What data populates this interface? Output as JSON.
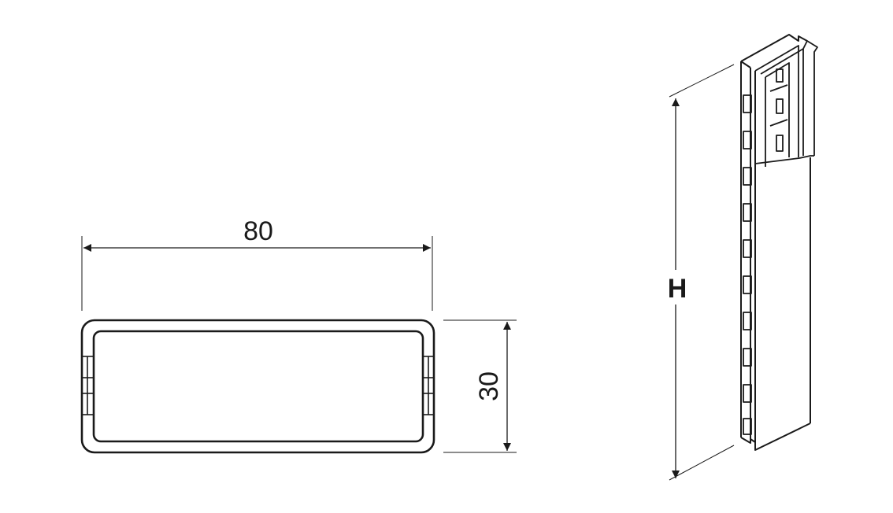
{
  "labels": {
    "width": "80",
    "depth": "30",
    "height": "H"
  },
  "colors": {
    "line": "#1a1a1a",
    "background": "#ffffff"
  }
}
